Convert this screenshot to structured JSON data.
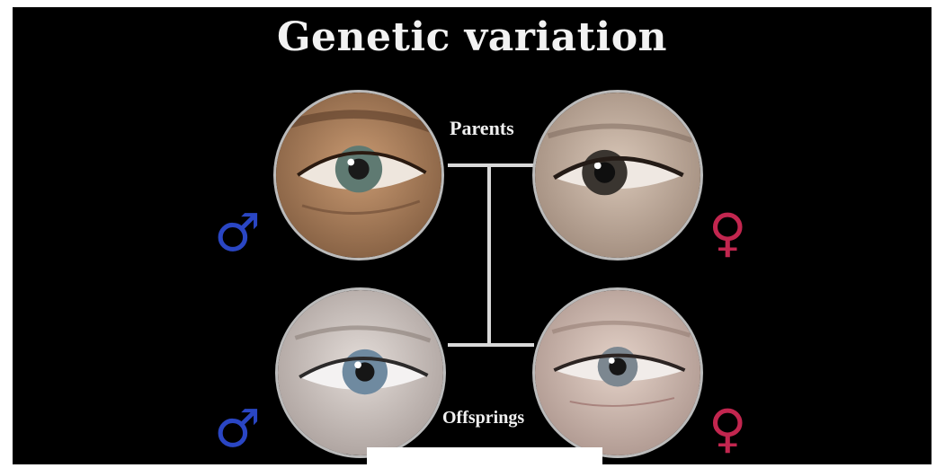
{
  "title": "Genetic variation",
  "labels": {
    "parents": "Parents",
    "offsprings": "Offsprings"
  },
  "colors": {
    "background": "#000000",
    "male": "#2a46c4",
    "female": "#c2264f",
    "title": "#f2f2f2",
    "line": "#d9d9d9"
  },
  "symbols": {
    "male": "♂",
    "female": "♀"
  },
  "eyes": [
    {
      "role": "father",
      "iris": "#5f7a72",
      "skin": "#b0835e"
    },
    {
      "role": "mother",
      "iris": "#3a3530",
      "skin": "#cbb7a6"
    },
    {
      "role": "son",
      "iris": "#6f8aa0",
      "skin": "#d6cdc8"
    },
    {
      "role": "daughter",
      "iris": "#7c8790",
      "skin": "#d8c3b8"
    }
  ]
}
